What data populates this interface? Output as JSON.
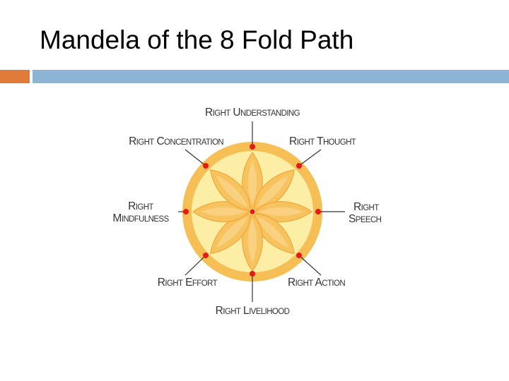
{
  "slide": {
    "title": "Mandela of the 8 Fold Path"
  },
  "colors": {
    "accent_orange": "#e07b39",
    "accent_blue": "#8eb4d5",
    "mandala_outer_ring": "#f6bf55",
    "mandala_inner_fill": "#fdeea6",
    "petal_fill": "#f7c35f",
    "node_dot": "#e21b1b",
    "connector_line": "#333333"
  },
  "diagram": {
    "labels": {
      "understanding": {
        "line1": "Right Understanding"
      },
      "thought": {
        "line1": "Right Thought"
      },
      "speech": {
        "line1": "Right",
        "line2": "Speech"
      },
      "action": {
        "line1": "Right Action"
      },
      "livelihood": {
        "line1": "Right Livelihood"
      },
      "effort": {
        "line1": "Right Effort"
      },
      "mindfulness": {
        "line1": "Right",
        "line2": "Mindfulness"
      },
      "concentration": {
        "line1": "Right Concentration"
      }
    }
  }
}
